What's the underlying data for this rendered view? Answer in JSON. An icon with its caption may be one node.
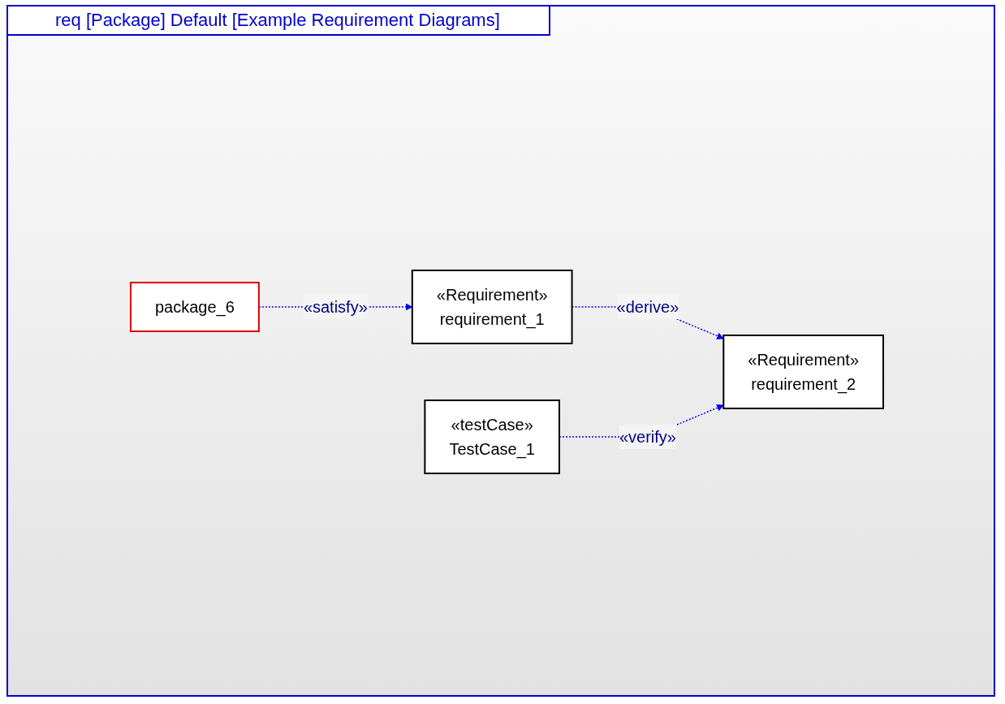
{
  "diagram": {
    "title": "req [Package] Default [Example Requirement Diagrams]",
    "nodes": [
      {
        "text": [
          "package_6"
        ]
      },
      {
        "text": [
          "«Requirement»",
          "requirement_1"
        ]
      },
      {
        "text": [
          "«Requirement»",
          "requirement_2"
        ]
      },
      {
        "text": [
          "«testCase»",
          "TestCase_1"
        ]
      }
    ],
    "edges": [
      {
        "from": 0,
        "to": 1,
        "arrow": "to",
        "label": "«satisfy»",
        "style": "dashed"
      },
      {
        "from": 1,
        "to": 2,
        "arrow": "to",
        "label": "«derive»",
        "style": "dashed"
      },
      {
        "from": 3,
        "to": 2,
        "arrow": "to",
        "label": "«verify»",
        "style": "dashed"
      }
    ]
  }
}
